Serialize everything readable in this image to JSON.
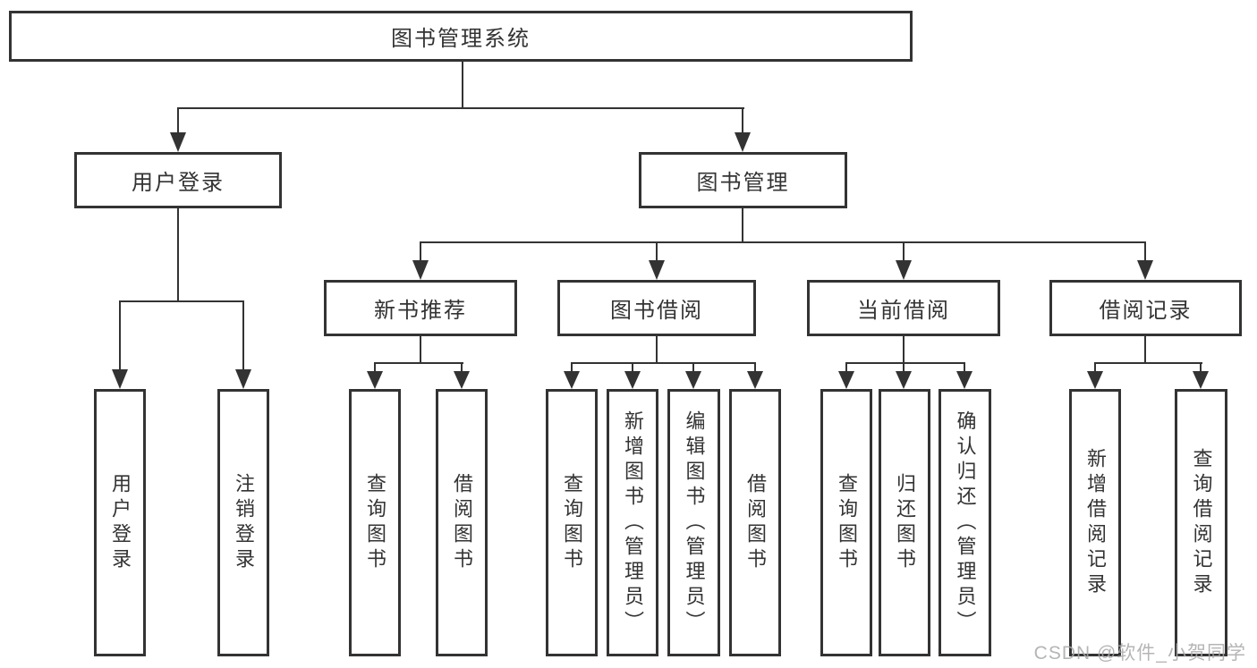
{
  "tree": {
    "root": {
      "label": "图书管理系统"
    },
    "children": [
      {
        "label": "用户登录",
        "children": [
          {
            "label": "用户登录"
          },
          {
            "label": "注销登录"
          }
        ]
      },
      {
        "label": "图书管理",
        "children": [
          {
            "label": "新书推荐",
            "children": [
              {
                "label": "查询图书"
              },
              {
                "label": "借阅图书"
              }
            ]
          },
          {
            "label": "图书借阅",
            "children": [
              {
                "label": "查询图书"
              },
              {
                "label": "新增图书（管理员）"
              },
              {
                "label": "编辑图书（管理员）"
              },
              {
                "label": "借阅图书"
              }
            ]
          },
          {
            "label": "当前借阅",
            "children": [
              {
                "label": "查询图书"
              },
              {
                "label": "归还图书"
              },
              {
                "label": "确认归还（管理员）"
              }
            ]
          },
          {
            "label": "借阅记录",
            "children": [
              {
                "label": "新增借阅记录"
              },
              {
                "label": "查询借阅记录"
              }
            ]
          }
        ]
      }
    ]
  },
  "watermark": "CSDN @软件_小贺同学",
  "colors": {
    "line": "#333333",
    "text": "#333333",
    "watermark": "#a9a9a9",
    "background": "#ffffff"
  }
}
